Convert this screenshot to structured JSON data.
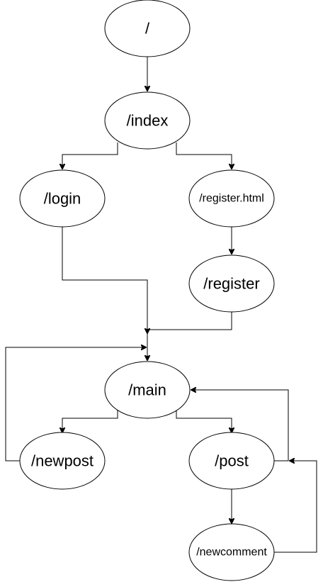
{
  "nodes": {
    "root": "/",
    "index": "/index",
    "login": "/login",
    "register_html": "/register.html",
    "register": "/register",
    "main": "/main",
    "newpost": "/newpost",
    "post": "/post",
    "newcomment": "/newcomment"
  }
}
